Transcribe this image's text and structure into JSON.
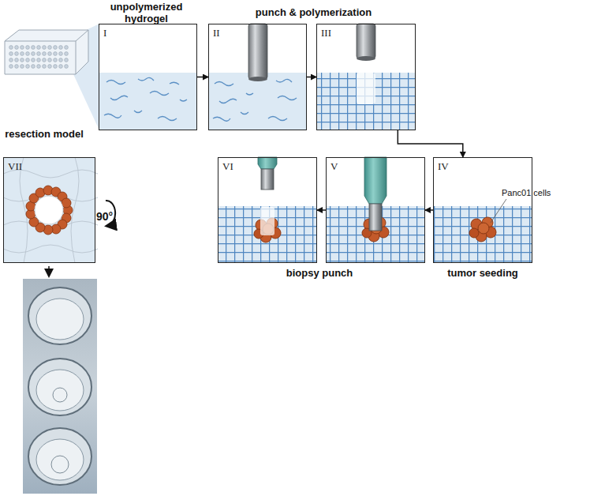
{
  "diagram": {
    "nodes": [
      {
        "text": [
          "I"
        ]
      },
      {
        "text": [
          "II"
        ]
      },
      {
        "text": [
          "III"
        ]
      },
      {
        "text": [
          "IV"
        ]
      },
      {
        "text": [
          "V"
        ]
      },
      {
        "text": [
          "VI"
        ]
      },
      {
        "text": [
          "VII"
        ]
      }
    ],
    "edges": [
      {
        "from": 0,
        "to": 1,
        "arrow": "to"
      },
      {
        "from": 1,
        "to": 2,
        "arrow": "to"
      },
      {
        "from": 2,
        "to": 3,
        "arrow": "to"
      },
      {
        "from": 3,
        "to": 4,
        "arrow": "to"
      },
      {
        "from": 4,
        "to": 5,
        "arrow": "to"
      }
    ],
    "labels": [
      "unpolymerized hydrogel",
      "punch & polymerization",
      "Panc01 cells",
      "tumor seeding",
      "biopsy punch",
      "resection model",
      "90°"
    ]
  }
}
